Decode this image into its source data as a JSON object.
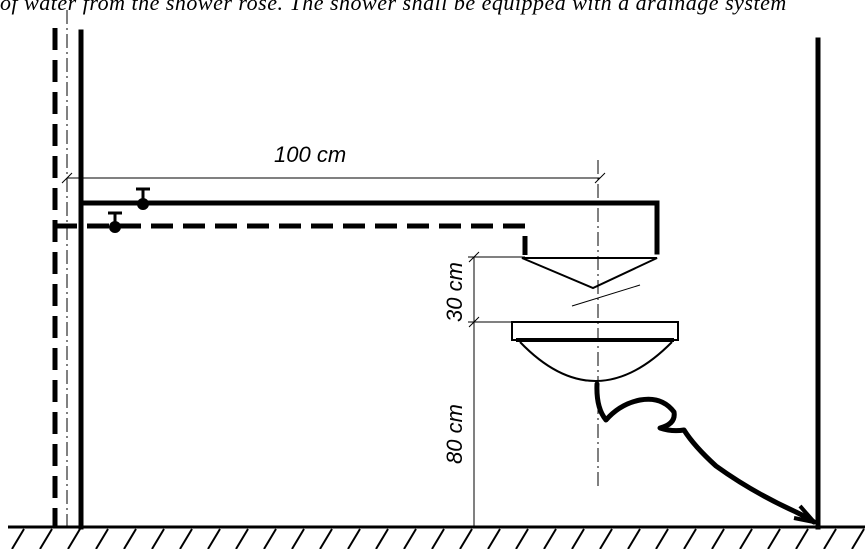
{
  "header_text": "of water from the shower rose. The shower shall be equipped with a drainage system",
  "dimensions": {
    "horizontal": "100 cm",
    "vertical_upper": "30 cm",
    "vertical_lower": "80 cm"
  }
}
